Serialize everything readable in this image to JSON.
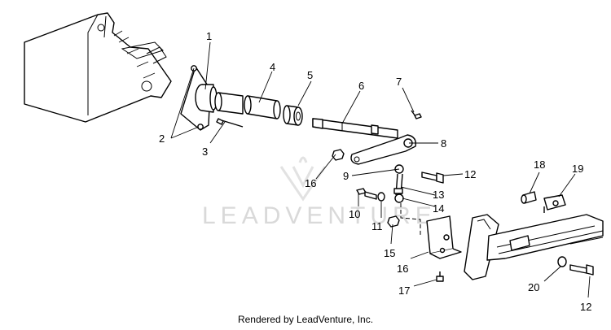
{
  "watermark": {
    "text": "LEADVENTURE"
  },
  "credit": "Rendered by LeadVenture, Inc.",
  "callouts": [
    {
      "id": "c1",
      "label": "1"
    },
    {
      "id": "c2",
      "label": "2"
    },
    {
      "id": "c3",
      "label": "3"
    },
    {
      "id": "c4",
      "label": "4"
    },
    {
      "id": "c5",
      "label": "5"
    },
    {
      "id": "c6",
      "label": "6"
    },
    {
      "id": "c7",
      "label": "7"
    },
    {
      "id": "c8",
      "label": "8"
    },
    {
      "id": "c9",
      "label": "9"
    },
    {
      "id": "c10",
      "label": "10"
    },
    {
      "id": "c11",
      "label": "11"
    },
    {
      "id": "c12a",
      "label": "12"
    },
    {
      "id": "c12b",
      "label": "12"
    },
    {
      "id": "c13",
      "label": "13"
    },
    {
      "id": "c14",
      "label": "14"
    },
    {
      "id": "c15",
      "label": "15"
    },
    {
      "id": "c16a",
      "label": "16"
    },
    {
      "id": "c16b",
      "label": "16"
    },
    {
      "id": "c17",
      "label": "17"
    },
    {
      "id": "c18",
      "label": "18"
    },
    {
      "id": "c19",
      "label": "19"
    },
    {
      "id": "c20",
      "label": "20"
    }
  ]
}
